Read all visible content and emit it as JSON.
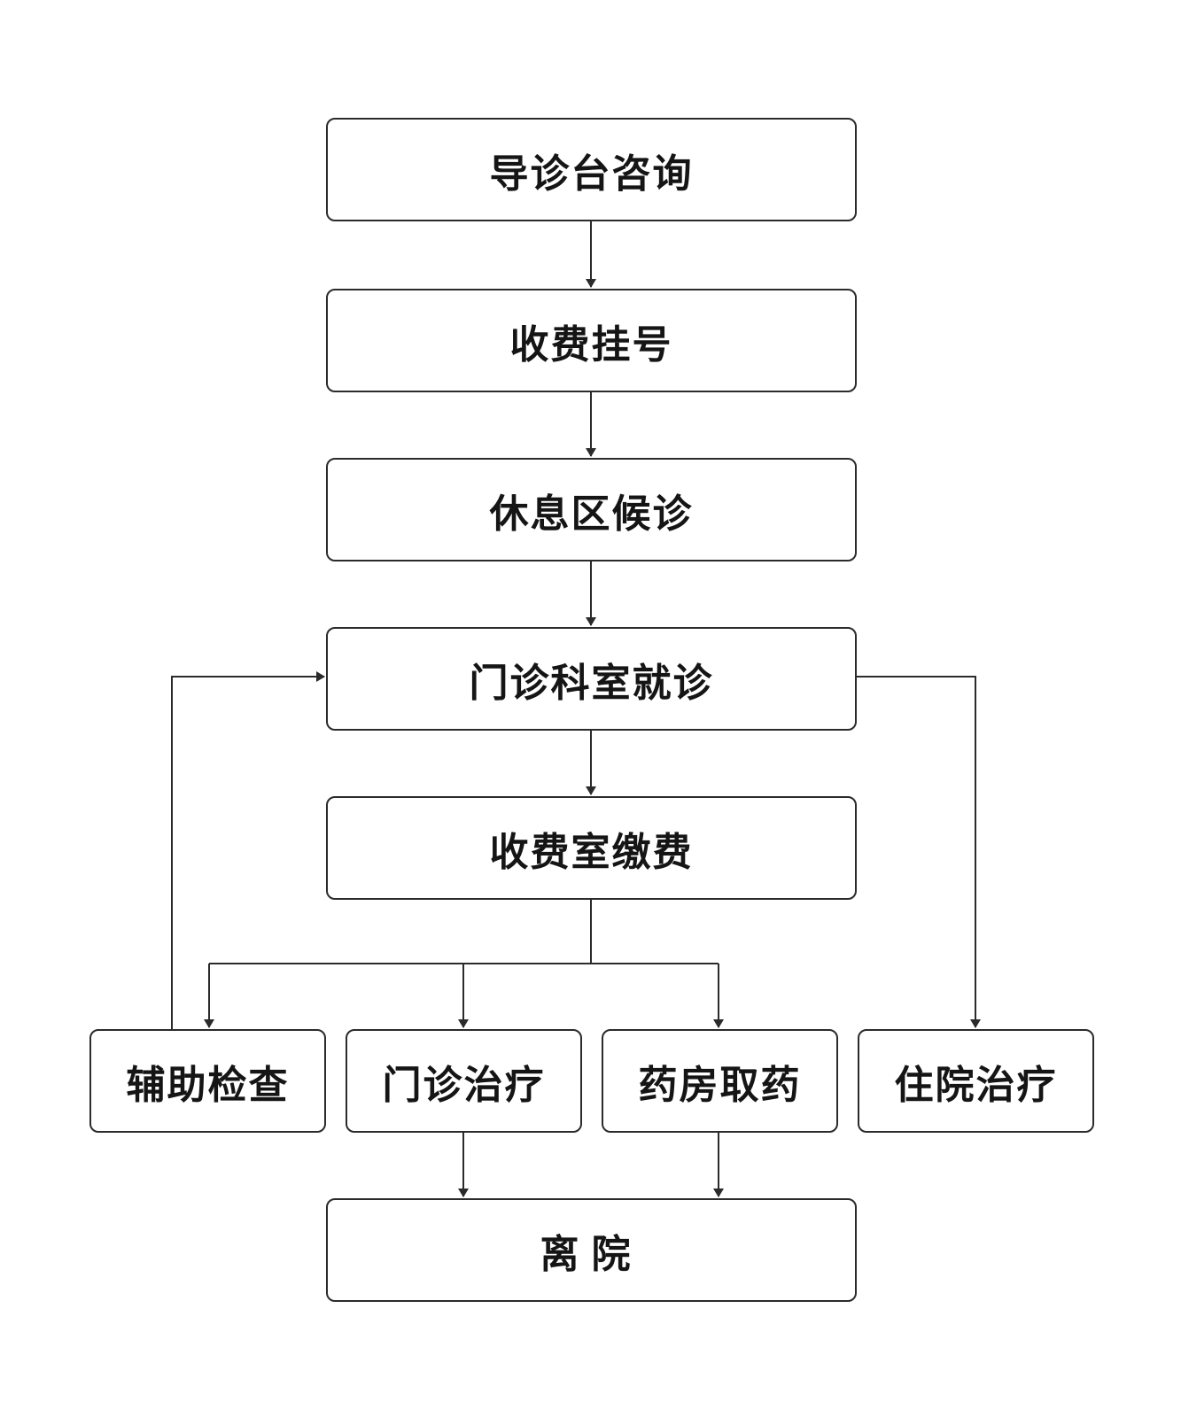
{
  "flowchart": {
    "nodes": {
      "guide": "导诊台咨询",
      "register": "收费挂号",
      "wait": "休息区候诊",
      "clinic": "门诊科室就诊",
      "pay": "收费室缴费",
      "aux_exam": "辅助检查",
      "outpatient_treatment": "门诊治疗",
      "pharmacy": "药房取药",
      "inpatient": "住院治疗",
      "leave": "离院"
    },
    "edges": [
      [
        "guide",
        "register"
      ],
      [
        "register",
        "wait"
      ],
      [
        "wait",
        "clinic"
      ],
      [
        "clinic",
        "pay"
      ],
      [
        "clinic",
        "inpatient"
      ],
      [
        "pay",
        "aux_exam"
      ],
      [
        "pay",
        "outpatient_treatment"
      ],
      [
        "pay",
        "pharmacy"
      ],
      [
        "aux_exam",
        "clinic"
      ],
      [
        "outpatient_treatment",
        "leave"
      ],
      [
        "pharmacy",
        "leave"
      ]
    ],
    "colors": {
      "line": "#2b2b2b",
      "box_border": "#2b2b2b",
      "text": "#151515",
      "background": "#ffffff"
    }
  }
}
